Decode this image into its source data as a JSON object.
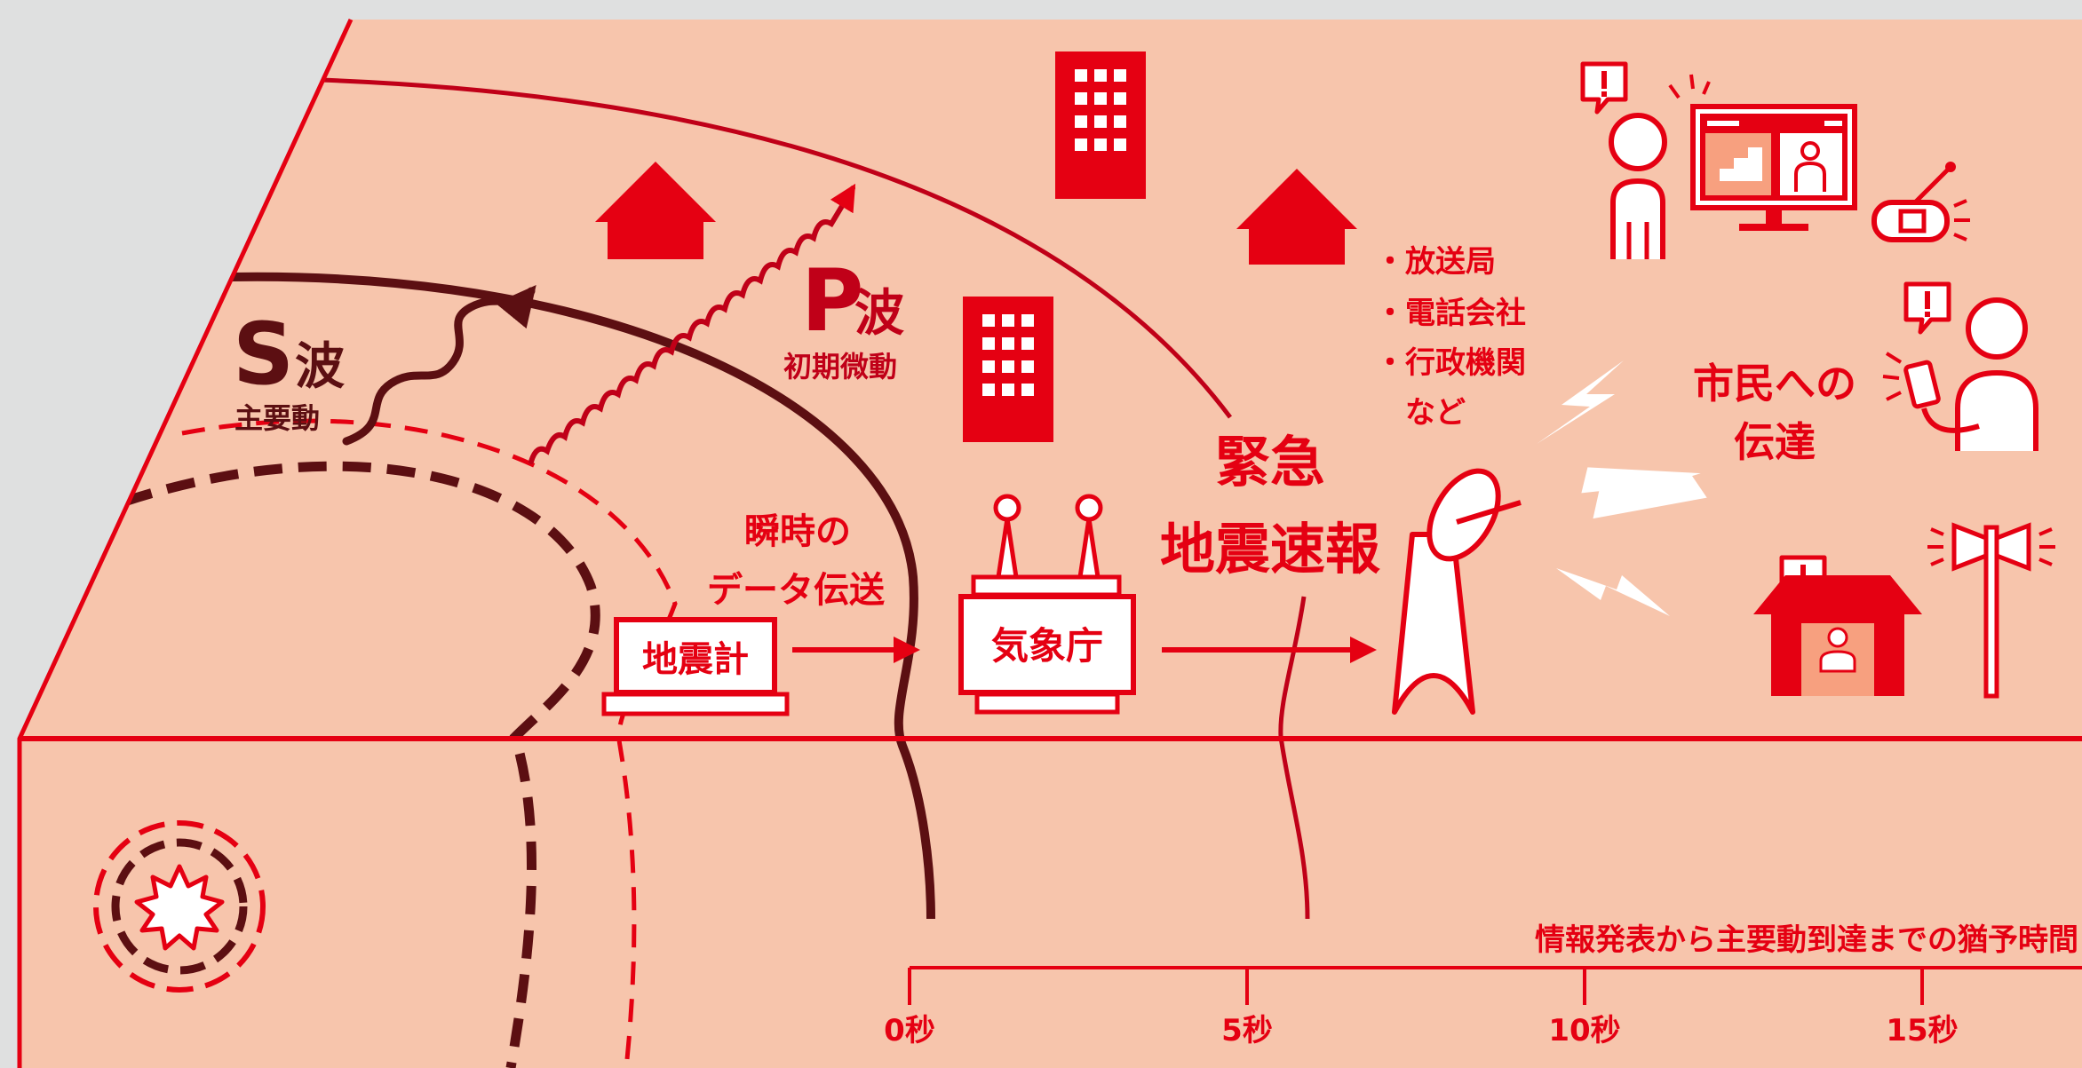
{
  "colors": {
    "background": "#dfe0e0",
    "ground": "#f7c5ac",
    "red": "#e50012",
    "dark": "#5c0f12",
    "white": "#ffffff"
  },
  "waves": {
    "s_letter": "S",
    "s_kanji": "波",
    "s_sub": "主要動",
    "p_letter": "P",
    "p_kanji": "波",
    "p_sub": "初期微動"
  },
  "stations": {
    "seismometer": "地震計",
    "jma": "気象庁"
  },
  "labels": {
    "transmission_line1": "瞬時の",
    "transmission_line2": "データ伝送",
    "eew_line1": "緊急",
    "eew_line2": "地震速報",
    "citizens_line1": "市民への",
    "citizens_line2": "伝達"
  },
  "recipients": [
    "・放送局",
    "・電話会社",
    "・行政機関",
    "　など"
  ],
  "icons": {
    "epicenter": "epicenter-burst-icon",
    "tower": "broadcast-tower-icon",
    "pc": "computer-monitor-icon",
    "radio": "radio-icon",
    "phone": "smartphone-user-icon",
    "loudspeaker": "loudspeaker-pole-icon",
    "alert": "exclamation-bubble-icon"
  },
  "timeline": {
    "title": "情報発表から主要動到達までの猶予時間",
    "ticks": [
      "0秒",
      "5秒",
      "10秒",
      "15秒"
    ]
  }
}
